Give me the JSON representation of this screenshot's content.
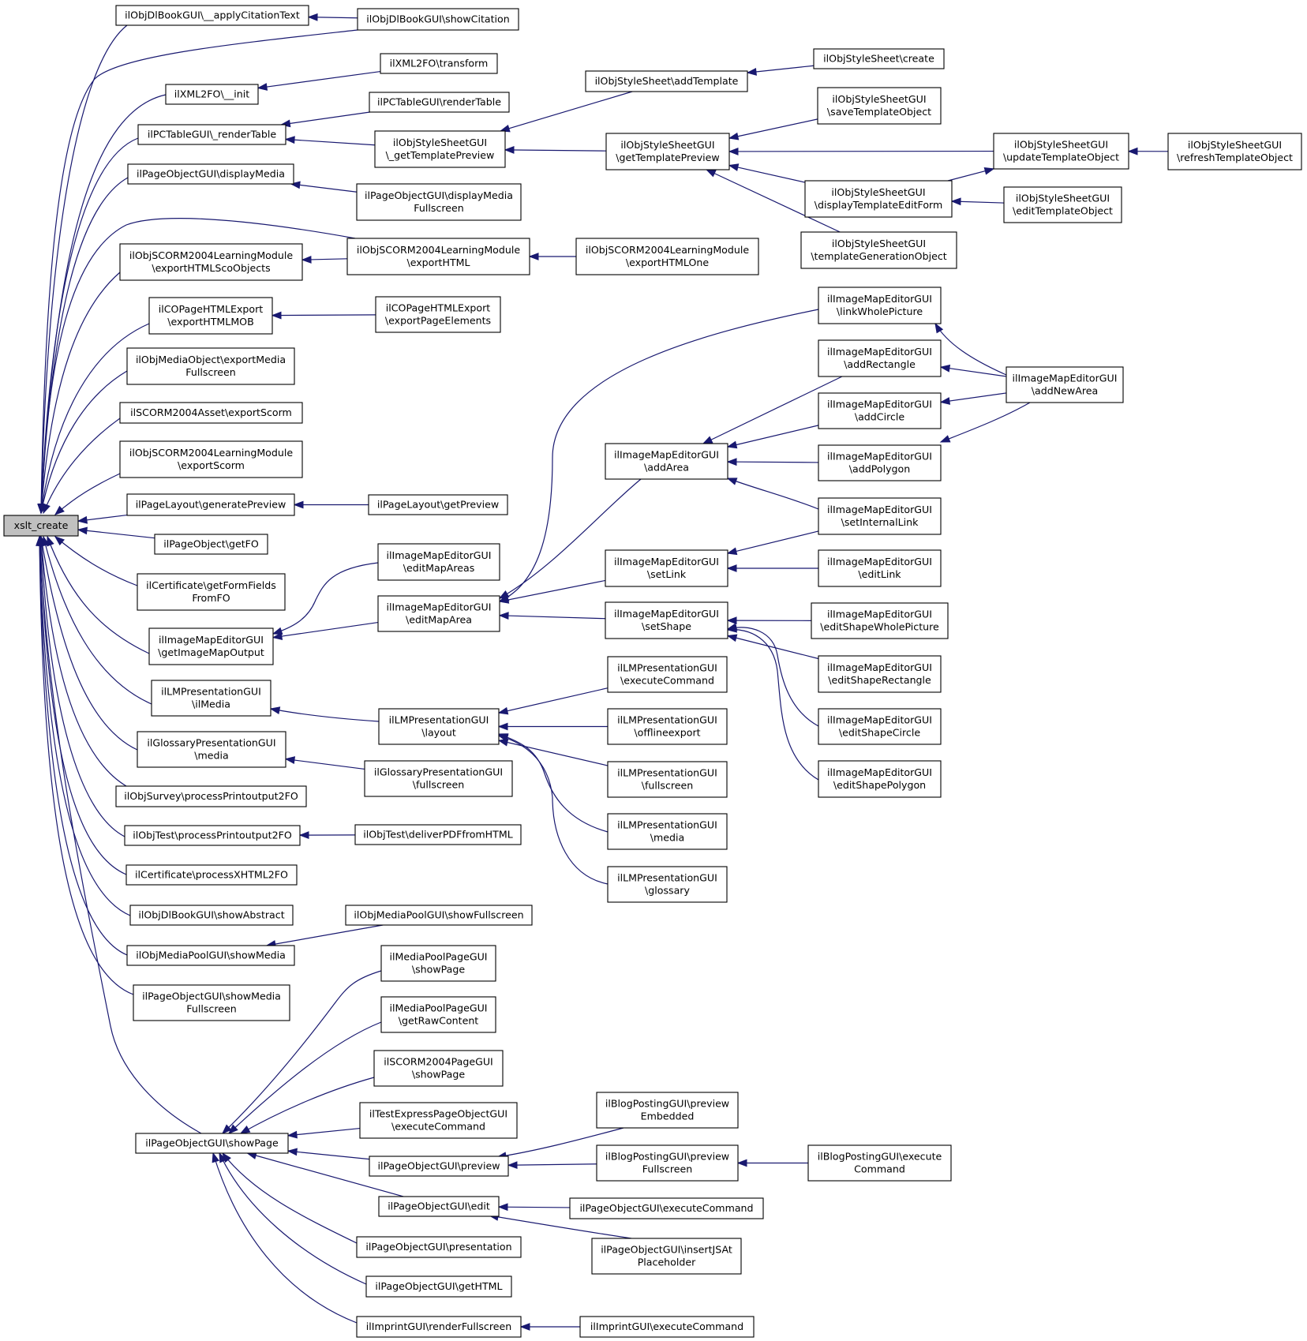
{
  "graph": {
    "direction": "callers-of",
    "colors": {
      "edge": "#191970",
      "node_border": "#000000",
      "node_fill": "#ffffff",
      "root_fill": "#c0c0c0"
    },
    "nodes": [
      {
        "id": "n0",
        "lines": [
          "xslt_create"
        ],
        "root": true
      },
      {
        "id": "n1",
        "lines": [
          "ilObjDlBookGUI\\__applyCitationText"
        ]
      },
      {
        "id": "n2",
        "lines": [
          "ilObjDlBookGUI\\showCitation"
        ]
      },
      {
        "id": "n3",
        "lines": [
          "ilXML2FO\\__init"
        ]
      },
      {
        "id": "n4",
        "lines": [
          "ilXML2FO\\transform"
        ]
      },
      {
        "id": "n5",
        "lines": [
          "ilPCTableGUI\\_renderTable"
        ]
      },
      {
        "id": "n6",
        "lines": [
          "ilPCTableGUI\\renderTable"
        ]
      },
      {
        "id": "n7",
        "lines": [
          "ilObjStyleSheetGUI",
          "\\_getTemplatePreview"
        ]
      },
      {
        "id": "n8",
        "lines": [
          "ilObjStyleSheet\\addTemplate"
        ]
      },
      {
        "id": "n9",
        "lines": [
          "ilObjStyleSheet\\create"
        ]
      },
      {
        "id": "n10",
        "lines": [
          "ilObjStyleSheetGUI",
          "\\getTemplatePreview"
        ]
      },
      {
        "id": "n11",
        "lines": [
          "ilObjStyleSheetGUI",
          "\\saveTemplateObject"
        ]
      },
      {
        "id": "n12",
        "lines": [
          "ilObjStyleSheetGUI",
          "\\updateTemplateObject"
        ]
      },
      {
        "id": "n13",
        "lines": [
          "ilObjStyleSheetGUI",
          "\\refreshTemplateObject"
        ]
      },
      {
        "id": "n14",
        "lines": [
          "ilObjStyleSheetGUI",
          "\\displayTemplateEditForm"
        ]
      },
      {
        "id": "n15",
        "lines": [
          "ilObjStyleSheetGUI",
          "\\editTemplateObject"
        ]
      },
      {
        "id": "n16",
        "lines": [
          "ilObjStyleSheetGUI",
          "\\templateGenerationObject"
        ]
      },
      {
        "id": "n17",
        "lines": [
          "ilPageObjectGUI\\displayMedia"
        ]
      },
      {
        "id": "n18",
        "lines": [
          "ilPageObjectGUI\\displayMedia",
          "Fullscreen"
        ]
      },
      {
        "id": "n19",
        "lines": [
          "ilObjSCORM2004LearningModule",
          "\\exportHTMLScoObjects"
        ]
      },
      {
        "id": "n20",
        "lines": [
          "ilObjSCORM2004LearningModule",
          "\\exportHTML"
        ]
      },
      {
        "id": "n21",
        "lines": [
          "ilObjSCORM2004LearningModule",
          "\\exportHTMLOne"
        ]
      },
      {
        "id": "n22",
        "lines": [
          "ilCOPageHTMLExport",
          "\\exportHTMLMOB"
        ]
      },
      {
        "id": "n23",
        "lines": [
          "ilCOPageHTMLExport",
          "\\exportPageElements"
        ]
      },
      {
        "id": "n24",
        "lines": [
          "ilObjMediaObject\\exportMedia",
          "Fullscreen"
        ]
      },
      {
        "id": "n25",
        "lines": [
          "ilSCORM2004Asset\\exportScorm"
        ]
      },
      {
        "id": "n26",
        "lines": [
          "ilObjSCORM2004LearningModule",
          "\\exportScorm"
        ]
      },
      {
        "id": "n27",
        "lines": [
          "ilPageLayout\\generatePreview"
        ]
      },
      {
        "id": "n28",
        "lines": [
          "ilPageLayout\\getPreview"
        ]
      },
      {
        "id": "n29",
        "lines": [
          "ilPageObject\\getFO"
        ]
      },
      {
        "id": "n30",
        "lines": [
          "ilCertificate\\getFormFields",
          "FromFO"
        ]
      },
      {
        "id": "n31",
        "lines": [
          "ilImageMapEditorGUI",
          "\\getImageMapOutput"
        ]
      },
      {
        "id": "n32",
        "lines": [
          "ilImageMapEditorGUI",
          "\\editMapAreas"
        ]
      },
      {
        "id": "n33",
        "lines": [
          "ilImageMapEditorGUI",
          "\\editMapArea"
        ]
      },
      {
        "id": "n34",
        "lines": [
          "ilImageMapEditorGUI",
          "\\addArea"
        ]
      },
      {
        "id": "n35",
        "lines": [
          "ilImageMapEditorGUI",
          "\\linkWholePicture"
        ]
      },
      {
        "id": "n36",
        "lines": [
          "ilImageMapEditorGUI",
          "\\addRectangle"
        ]
      },
      {
        "id": "n37",
        "lines": [
          "ilImageMapEditorGUI",
          "\\addNewArea"
        ]
      },
      {
        "id": "n38",
        "lines": [
          "ilImageMapEditorGUI",
          "\\addCircle"
        ]
      },
      {
        "id": "n39",
        "lines": [
          "ilImageMapEditorGUI",
          "\\addPolygon"
        ]
      },
      {
        "id": "n40",
        "lines": [
          "ilImageMapEditorGUI",
          "\\setInternalLink"
        ]
      },
      {
        "id": "n41",
        "lines": [
          "ilImageMapEditorGUI",
          "\\setLink"
        ]
      },
      {
        "id": "n42",
        "lines": [
          "ilImageMapEditorGUI",
          "\\editLink"
        ]
      },
      {
        "id": "n43",
        "lines": [
          "ilImageMapEditorGUI",
          "\\setShape"
        ]
      },
      {
        "id": "n44",
        "lines": [
          "ilImageMapEditorGUI",
          "\\editShapeWholePicture"
        ]
      },
      {
        "id": "n45",
        "lines": [
          "ilImageMapEditorGUI",
          "\\editShapeRectangle"
        ]
      },
      {
        "id": "n46",
        "lines": [
          "ilImageMapEditorGUI",
          "\\editShapeCircle"
        ]
      },
      {
        "id": "n47",
        "lines": [
          "ilImageMapEditorGUI",
          "\\editShapePolygon"
        ]
      },
      {
        "id": "n48",
        "lines": [
          "ilLMPresentationGUI",
          "\\ilMedia"
        ]
      },
      {
        "id": "n49",
        "lines": [
          "ilLMPresentationGUI",
          "\\layout"
        ]
      },
      {
        "id": "n50",
        "lines": [
          "ilLMPresentationGUI",
          "\\executeCommand"
        ]
      },
      {
        "id": "n51",
        "lines": [
          "ilLMPresentationGUI",
          "\\offlineexport"
        ]
      },
      {
        "id": "n52",
        "lines": [
          "ilLMPresentationGUI",
          "\\fullscreen"
        ]
      },
      {
        "id": "n53",
        "lines": [
          "ilLMPresentationGUI",
          "\\media"
        ]
      },
      {
        "id": "n54",
        "lines": [
          "ilLMPresentationGUI",
          "\\glossary"
        ]
      },
      {
        "id": "n55",
        "lines": [
          "ilGlossaryPresentationGUI",
          "\\media"
        ]
      },
      {
        "id": "n56",
        "lines": [
          "ilGlossaryPresentationGUI",
          "\\fullscreen"
        ]
      },
      {
        "id": "n57",
        "lines": [
          "ilObjSurvey\\processPrintoutput2FO"
        ]
      },
      {
        "id": "n58",
        "lines": [
          "ilObjTest\\processPrintoutput2FO"
        ]
      },
      {
        "id": "n59",
        "lines": [
          "ilObjTest\\deliverPDFfromHTML"
        ]
      },
      {
        "id": "n60",
        "lines": [
          "ilCertificate\\processXHTML2FO"
        ]
      },
      {
        "id": "n61",
        "lines": [
          "ilObjDlBookGUI\\showAbstract"
        ]
      },
      {
        "id": "n62",
        "lines": [
          "ilObjMediaPoolGUI\\showMedia"
        ]
      },
      {
        "id": "n63",
        "lines": [
          "ilObjMediaPoolGUI\\showFullscreen"
        ]
      },
      {
        "id": "n64",
        "lines": [
          "ilPageObjectGUI\\showMedia",
          "Fullscreen"
        ]
      },
      {
        "id": "n65",
        "lines": [
          "ilPageObjectGUI\\showPage"
        ]
      },
      {
        "id": "n66",
        "lines": [
          "ilMediaPoolPageGUI",
          "\\showPage"
        ]
      },
      {
        "id": "n67",
        "lines": [
          "ilMediaPoolPageGUI",
          "\\getRawContent"
        ]
      },
      {
        "id": "n68",
        "lines": [
          "ilSCORM2004PageGUI",
          "\\showPage"
        ]
      },
      {
        "id": "n69",
        "lines": [
          "ilTestExpressPageObjectGUI",
          "\\executeCommand"
        ]
      },
      {
        "id": "n70",
        "lines": [
          "ilPageObjectGUI\\preview"
        ]
      },
      {
        "id": "n71",
        "lines": [
          "ilBlogPostingGUI\\preview",
          "Embedded"
        ]
      },
      {
        "id": "n72",
        "lines": [
          "ilBlogPostingGUI\\preview",
          "Fullscreen"
        ]
      },
      {
        "id": "n73",
        "lines": [
          "ilBlogPostingGUI\\execute",
          "Command"
        ]
      },
      {
        "id": "n74",
        "lines": [
          "ilPageObjectGUI\\edit"
        ]
      },
      {
        "id": "n75",
        "lines": [
          "ilPageObjectGUI\\executeCommand"
        ]
      },
      {
        "id": "n76",
        "lines": [
          "ilPageObjectGUI\\insertJSAt",
          "Placeholder"
        ]
      },
      {
        "id": "n77",
        "lines": [
          "ilPageObjectGUI\\presentation"
        ]
      },
      {
        "id": "n78",
        "lines": [
          "ilPageObjectGUI\\getHTML"
        ]
      },
      {
        "id": "n79",
        "lines": [
          "ilImprintGUI\\renderFullscreen"
        ]
      },
      {
        "id": "n80",
        "lines": [
          "ilImprintGUI\\executeCommand"
        ]
      }
    ],
    "edges": [
      {
        "from": "n1",
        "to": "n0"
      },
      {
        "from": "n2",
        "to": "n0"
      },
      {
        "from": "n2",
        "to": "n1"
      },
      {
        "from": "n3",
        "to": "n0"
      },
      {
        "from": "n4",
        "to": "n3"
      },
      {
        "from": "n5",
        "to": "n0"
      },
      {
        "from": "n6",
        "to": "n5"
      },
      {
        "from": "n7",
        "to": "n5"
      },
      {
        "from": "n8",
        "to": "n7"
      },
      {
        "from": "n9",
        "to": "n8"
      },
      {
        "from": "n10",
        "to": "n7"
      },
      {
        "from": "n11",
        "to": "n10"
      },
      {
        "from": "n12",
        "to": "n10"
      },
      {
        "from": "n13",
        "to": "n12"
      },
      {
        "from": "n14",
        "to": "n10"
      },
      {
        "from": "n14",
        "to": "n12"
      },
      {
        "from": "n15",
        "to": "n14"
      },
      {
        "from": "n16",
        "to": "n10"
      },
      {
        "from": "n17",
        "to": "n0"
      },
      {
        "from": "n18",
        "to": "n17"
      },
      {
        "from": "n19",
        "to": "n0"
      },
      {
        "from": "n20",
        "to": "n0"
      },
      {
        "from": "n20",
        "to": "n19"
      },
      {
        "from": "n21",
        "to": "n20"
      },
      {
        "from": "n22",
        "to": "n0"
      },
      {
        "from": "n23",
        "to": "n22"
      },
      {
        "from": "n24",
        "to": "n0"
      },
      {
        "from": "n25",
        "to": "n0"
      },
      {
        "from": "n26",
        "to": "n0"
      },
      {
        "from": "n27",
        "to": "n0"
      },
      {
        "from": "n28",
        "to": "n27"
      },
      {
        "from": "n29",
        "to": "n0"
      },
      {
        "from": "n30",
        "to": "n0"
      },
      {
        "from": "n31",
        "to": "n0"
      },
      {
        "from": "n32",
        "to": "n31"
      },
      {
        "from": "n33",
        "to": "n31"
      },
      {
        "from": "n34",
        "to": "n33"
      },
      {
        "from": "n35",
        "to": "n33"
      },
      {
        "from": "n36",
        "to": "n34"
      },
      {
        "from": "n37",
        "to": "n35"
      },
      {
        "from": "n37",
        "to": "n36"
      },
      {
        "from": "n37",
        "to": "n38"
      },
      {
        "from": "n37",
        "to": "n39"
      },
      {
        "from": "n38",
        "to": "n34"
      },
      {
        "from": "n39",
        "to": "n34"
      },
      {
        "from": "n40",
        "to": "n34"
      },
      {
        "from": "n40",
        "to": "n41"
      },
      {
        "from": "n41",
        "to": "n33"
      },
      {
        "from": "n42",
        "to": "n41"
      },
      {
        "from": "n43",
        "to": "n33"
      },
      {
        "from": "n44",
        "to": "n43"
      },
      {
        "from": "n45",
        "to": "n43"
      },
      {
        "from": "n46",
        "to": "n43"
      },
      {
        "from": "n47",
        "to": "n43"
      },
      {
        "from": "n48",
        "to": "n0"
      },
      {
        "from": "n49",
        "to": "n48"
      },
      {
        "from": "n50",
        "to": "n49"
      },
      {
        "from": "n51",
        "to": "n49"
      },
      {
        "from": "n52",
        "to": "n49"
      },
      {
        "from": "n53",
        "to": "n49"
      },
      {
        "from": "n54",
        "to": "n49"
      },
      {
        "from": "n55",
        "to": "n0"
      },
      {
        "from": "n56",
        "to": "n55"
      },
      {
        "from": "n57",
        "to": "n0"
      },
      {
        "from": "n58",
        "to": "n0"
      },
      {
        "from": "n59",
        "to": "n58"
      },
      {
        "from": "n60",
        "to": "n0"
      },
      {
        "from": "n61",
        "to": "n0"
      },
      {
        "from": "n62",
        "to": "n0"
      },
      {
        "from": "n63",
        "to": "n62"
      },
      {
        "from": "n64",
        "to": "n0"
      },
      {
        "from": "n65",
        "to": "n0"
      },
      {
        "from": "n66",
        "to": "n65"
      },
      {
        "from": "n67",
        "to": "n65"
      },
      {
        "from": "n68",
        "to": "n65"
      },
      {
        "from": "n69",
        "to": "n65"
      },
      {
        "from": "n70",
        "to": "n65"
      },
      {
        "from": "n71",
        "to": "n70"
      },
      {
        "from": "n72",
        "to": "n70"
      },
      {
        "from": "n73",
        "to": "n72"
      },
      {
        "from": "n74",
        "to": "n65"
      },
      {
        "from": "n75",
        "to": "n74"
      },
      {
        "from": "n76",
        "to": "n74"
      },
      {
        "from": "n77",
        "to": "n65"
      },
      {
        "from": "n78",
        "to": "n65"
      },
      {
        "from": "n79",
        "to": "n65"
      },
      {
        "from": "n80",
        "to": "n79"
      }
    ]
  }
}
